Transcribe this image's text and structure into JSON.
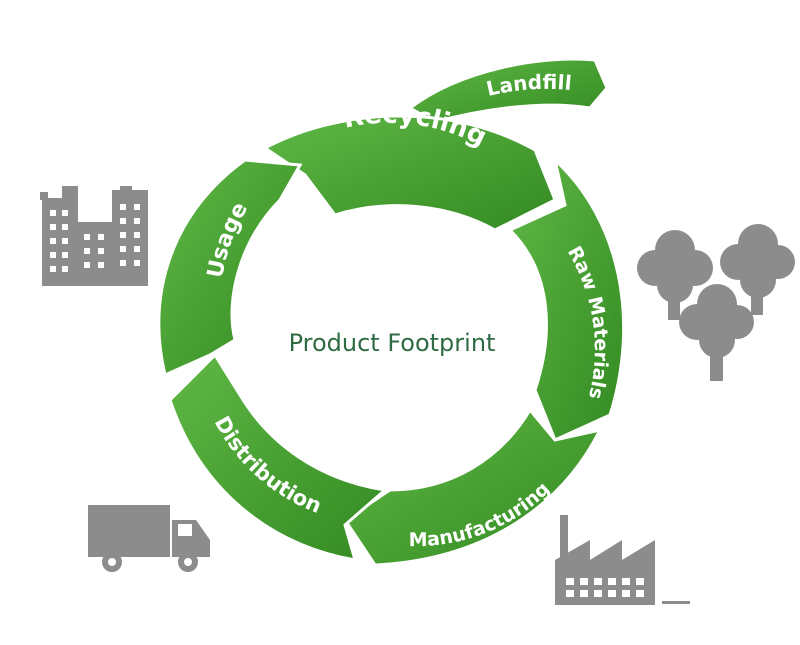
{
  "center_label": "Product Footprint",
  "stages": [
    {
      "label": "Recycling"
    },
    {
      "label": "Raw Materials"
    },
    {
      "label": "Manufacturing"
    },
    {
      "label": "Distribution"
    },
    {
      "label": "Usage"
    }
  ],
  "exit_stage": {
    "label": "Landfill"
  },
  "icons": [
    "buildings-icon",
    "trees-icon",
    "truck-icon",
    "factory-icon"
  ],
  "colors": {
    "ring_green": "#3e9a2a",
    "ring_green_light": "#5bb43f",
    "icon_gray": "#8c8c8c",
    "center_text": "#2f6b43"
  }
}
